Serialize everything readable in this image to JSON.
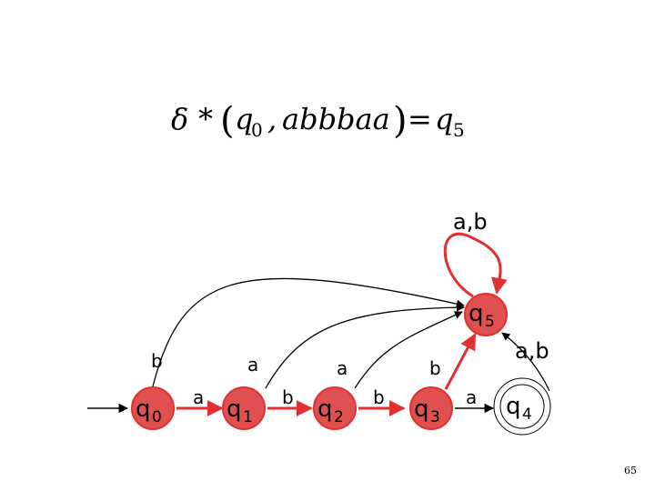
{
  "formula": {
    "delta": "δ",
    "star": "*",
    "lparen": "(",
    "state": "q",
    "state_sub": "0",
    "comma": ",",
    "word": "abbbaa",
    "rparen": ")",
    "equals": "=",
    "result": "q",
    "result_sub": "5"
  },
  "states": [
    {
      "letter": "q",
      "sub": "0",
      "fill": "#e05050",
      "accepting": false
    },
    {
      "letter": "q",
      "sub": "1",
      "fill": "#e05050",
      "accepting": false
    },
    {
      "letter": "q",
      "sub": "2",
      "fill": "#e05050",
      "accepting": false
    },
    {
      "letter": "q",
      "sub": "3",
      "fill": "#e05050",
      "accepting": false
    },
    {
      "letter": "q",
      "sub": "4",
      "fill": "#ffffff",
      "accepting": true
    },
    {
      "letter": "q",
      "sub": "5",
      "fill": "#e05050",
      "accepting": false
    }
  ],
  "transition_labels": {
    "q0_q1": "a",
    "q1_q2": "b",
    "q2_q3": "b",
    "q3_q4": "a",
    "q0_q5": "b",
    "q1_q5": "a",
    "q2_q5": "a",
    "q3_q5": "b",
    "q4_q5": "a,b",
    "q5_loop": "a,b"
  },
  "colors": {
    "highlight": "#e03030",
    "state_fill": "#e05050",
    "normal": "#000000"
  },
  "page_number": "65"
}
